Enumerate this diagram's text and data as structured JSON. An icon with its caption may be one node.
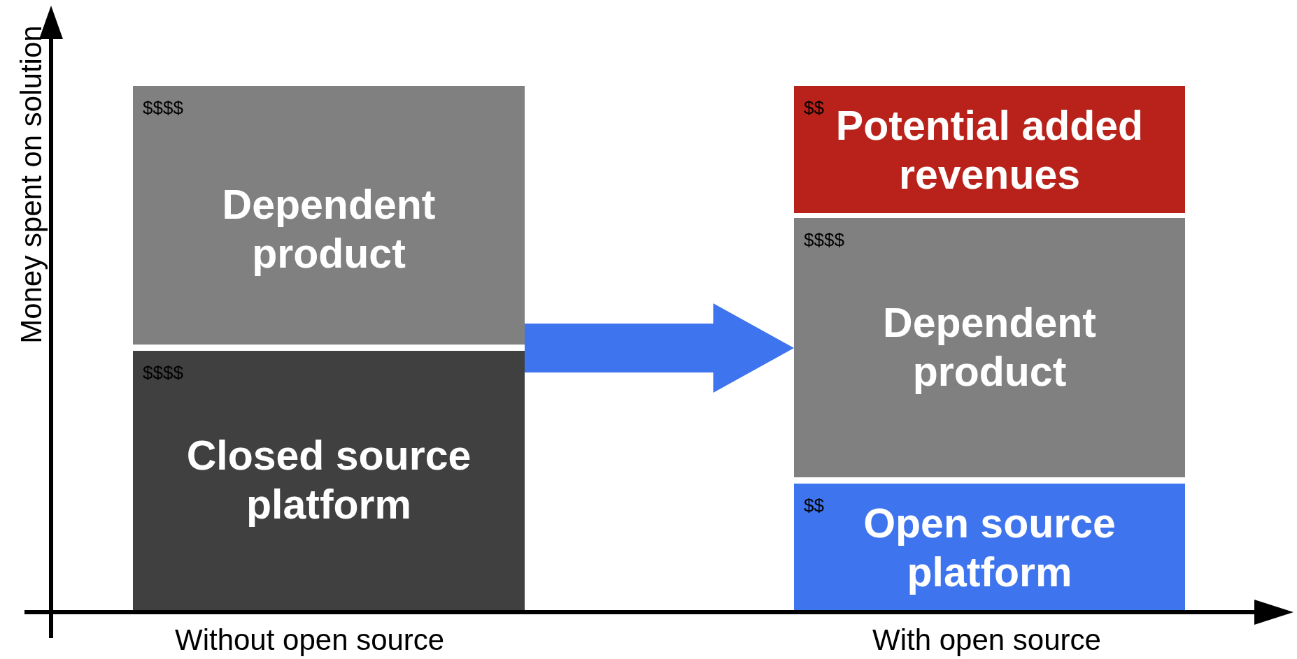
{
  "diagram": {
    "nodes": [
      {
        "text": [
          "$$$$",
          "Dependent product"
        ]
      },
      {
        "text": [
          "$$$$",
          "Closed source platform"
        ]
      },
      {
        "text": [
          "$$",
          "Potential added revenues"
        ]
      },
      {
        "text": [
          "$$$$",
          "Dependent product"
        ]
      },
      {
        "text": [
          "$$",
          "Open source platform"
        ]
      }
    ],
    "edges": [
      {
        "from": 0,
        "to": 3,
        "arrow": "to",
        "color": "#3e74ed",
        "style": "thick"
      }
    ],
    "labels": [
      "Money spent on solution",
      "Without open source",
      "With open source"
    ]
  }
}
